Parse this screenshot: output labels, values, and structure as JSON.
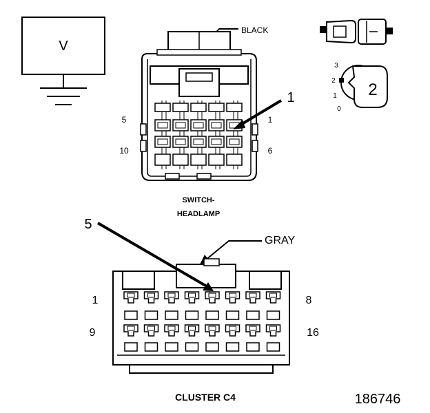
{
  "meter": {
    "symbol": "V"
  },
  "switch_connector": {
    "color_label": "BLACK",
    "name_line1": "SWITCH-",
    "name_line2": "HEADLAMP",
    "pin_labels": {
      "top_left": "5",
      "top_right": "1",
      "bottom_left": "10",
      "bottom_right": "6"
    }
  },
  "rotary_switch": {
    "positions": [
      "3",
      "2",
      "1",
      "0"
    ],
    "callout": "2"
  },
  "cluster_connector": {
    "color_label": "GRAY",
    "name": "CLUSTER C4",
    "pin_labels": {
      "top_left": "1",
      "top_right": "8",
      "bottom_left": "9",
      "bottom_right": "16"
    }
  },
  "callouts": {
    "switch_probe": "1",
    "cluster_probe": "5"
  },
  "figure_number": "186746"
}
